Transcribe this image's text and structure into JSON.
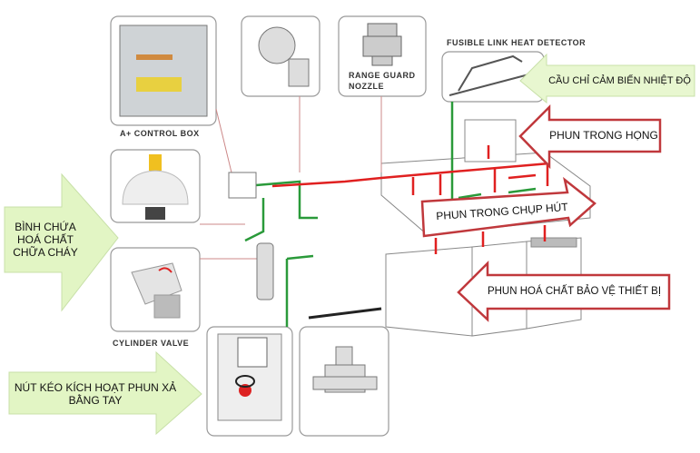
{
  "components": {
    "control_box": "A+ CONTROL BOX",
    "range_guard_line1": "RANGE GUARD",
    "range_guard_line2": "NOZZLE",
    "fusible_link": "FUSIBLE LINK HEAT DETECTOR",
    "cylinder_valve": "CYLINDER VALVE"
  },
  "callouts": {
    "fusible_sensor": "CẦU CHỈ CẢM BIẾN NHIỆT ĐỘ",
    "duct_spray": "PHUN TRONG HỌNG",
    "hood_spray": "PHUN TRONG CHỤP HÚT",
    "appliance_spray": "PHUN HOÁ CHẤT BẢO VỆ THIẾT BỊ",
    "cylinder_line1": "BÌNH CHỨA",
    "cylinder_line2": "HOÁ CHẤT",
    "cylinder_line3": "CHỮA CHÁY",
    "pull_station_line1": "NÚT KÉO KÍCH HOẠT PHUN XẢ",
    "pull_station_line2": "BẰNG TAY"
  },
  "colors": {
    "agent_pipe": "#e02020",
    "detection_line": "#2a9a3a",
    "green_arrow": "#e2f5c4",
    "red_arrow_outline": "#c0383c"
  }
}
